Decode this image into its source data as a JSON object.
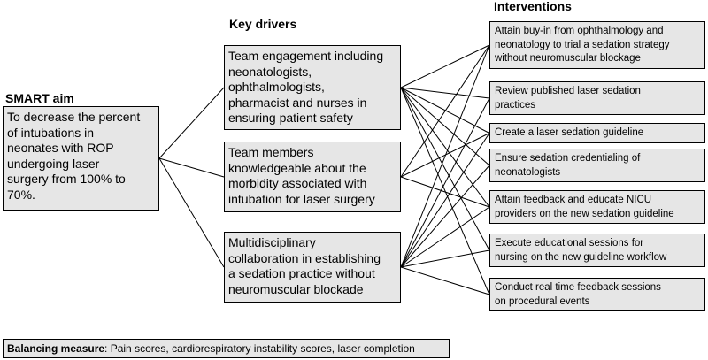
{
  "headers": {
    "smart_aim": "SMART aim",
    "key_drivers": "Key drivers",
    "interventions": "Interventions"
  },
  "smart_aim": {
    "lines": [
      "To decrease the percent",
      "of intubations in",
      "neonates with ROP",
      "undergoing laser",
      "surgery from 100% to",
      "70%."
    ]
  },
  "key_drivers": [
    {
      "lines": [
        "Team engagement including",
        "neonatologists,",
        "ophthalmologists,",
        "pharmacist and nurses in",
        "ensuring patient safety"
      ]
    },
    {
      "lines": [
        "Team members",
        "knowledgeable about the",
        "morbidity associated with",
        "intubation for laser surgery"
      ]
    },
    {
      "lines": [
        "Multidisciplinary",
        "collaboration in establishing",
        "a sedation practice without",
        "neuromuscular blockade"
      ]
    }
  ],
  "interventions": [
    {
      "lines": [
        "Attain buy-in from ophthalmology and",
        "neonatology to trial a sedation strategy",
        "without neuromuscular blockage"
      ]
    },
    {
      "lines": [
        "Review published laser sedation",
        "practices"
      ]
    },
    {
      "lines": [
        "Create a laser sedation guideline"
      ]
    },
    {
      "lines": [
        "Ensure sedation credentialing of",
        "neonatologists"
      ]
    },
    {
      "lines": [
        "Attain feedback and educate NICU",
        "providers on the new sedation guideline"
      ]
    },
    {
      "lines": [
        "Execute educational sessions for",
        "nursing on the new guideline workflow"
      ]
    },
    {
      "lines": [
        "Conduct real time feedback sessions",
        "on procedural events"
      ]
    }
  ],
  "balancing": {
    "label": "Balancing measure",
    "text": ": Pain scores, cardiorespiratory instability scores, laser completion"
  },
  "connections": {
    "aim_to_drivers": [
      0,
      1,
      2
    ],
    "driver_to_interventions": [
      [
        0,
        1,
        2,
        3,
        4,
        5,
        6
      ],
      [
        0,
        2,
        4
      ],
      [
        0,
        1,
        2,
        3,
        4,
        5,
        6
      ]
    ]
  }
}
